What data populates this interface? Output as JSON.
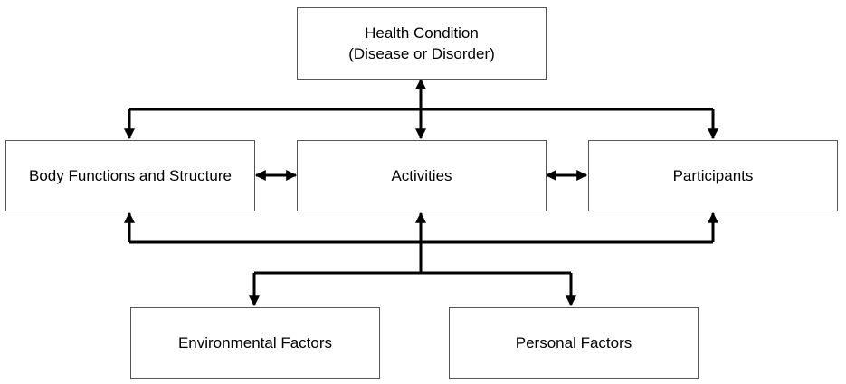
{
  "diagram": {
    "nodes": {
      "health_condition": {
        "line1": "Health Condition",
        "line2": "(Disease or Disorder)"
      },
      "body_functions": {
        "label": "Body Functions and Structure"
      },
      "activities": {
        "label": "Activities"
      },
      "participants": {
        "label": "Participants"
      },
      "environmental_factors": {
        "label": "Environmental Factors"
      },
      "personal_factors": {
        "label": "Personal Factors"
      }
    },
    "colors": {
      "line": "#000000",
      "border": "#555555",
      "background": "#ffffff"
    }
  }
}
